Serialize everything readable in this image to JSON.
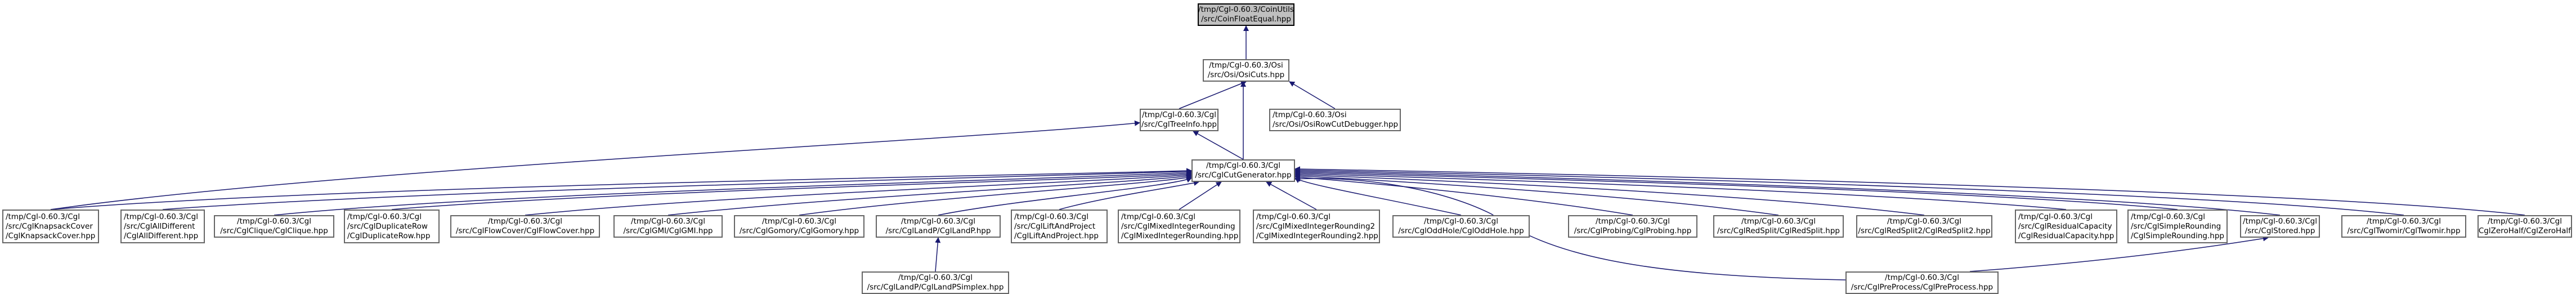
{
  "colors": {
    "edge": "#191970",
    "root_fill": "#bfbfbf",
    "node_fill": "#ffffff",
    "node_border": "#666666"
  },
  "nodes": {
    "coinfloatequal": [
      "/tmp/Cgl-0.60.3/CoinUtils",
      "/src/CoinFloatEqual.hpp"
    ],
    "osicuts": [
      "/tmp/Cgl-0.60.3/Osi",
      "/src/Osi/OsiCuts.hpp"
    ],
    "cgltreeinfo": [
      "/tmp/Cgl-0.60.3/Cgl",
      "/src/CglTreeInfo.hpp"
    ],
    "osirowcutdebugger": [
      "/tmp/Cgl-0.60.3/Osi",
      "/src/Osi/OsiRowCutDebugger.hpp"
    ],
    "cglcutgenerator": [
      "/tmp/Cgl-0.60.3/Cgl",
      "/src/CglCutGenerator.hpp"
    ],
    "cglknapsackcover": [
      "/tmp/Cgl-0.60.3/Cgl",
      "/src/CglKnapsackCover",
      "/CglKnapsackCover.hpp"
    ],
    "cglalldifferent": [
      "/tmp/Cgl-0.60.3/Cgl",
      "/src/CglAllDifferent",
      "/CglAllDifferent.hpp"
    ],
    "cglclique": [
      "/tmp/Cgl-0.60.3/Cgl",
      "/src/CglClique/CglClique.hpp"
    ],
    "cglduplicaterow": [
      "/tmp/Cgl-0.60.3/Cgl",
      "/src/CglDuplicateRow",
      "/CglDuplicateRow.hpp"
    ],
    "cglflowcover": [
      "/tmp/Cgl-0.60.3/Cgl",
      "/src/CglFlowCover/CglFlowCover.hpp"
    ],
    "cglgmi": [
      "/tmp/Cgl-0.60.3/Cgl",
      "/src/CglGMI/CglGMI.hpp"
    ],
    "cglgomory": [
      "/tmp/Cgl-0.60.3/Cgl",
      "/src/CglGomory/CglGomory.hpp"
    ],
    "cglandp": [
      "/tmp/Cgl-0.60.3/Cgl",
      "/src/CglLandP/CglLandP.hpp"
    ],
    "cglliftandproject": [
      "/tmp/Cgl-0.60.3/Cgl",
      "/src/CglLiftAndProject",
      "/CglLiftAndProject.hpp"
    ],
    "cglmixedintegerrounding": [
      "/tmp/Cgl-0.60.3/Cgl",
      "/src/CglMixedIntegerRounding",
      "/CglMixedIntegerRounding.hpp"
    ],
    "cglmixedintegerrounding2": [
      "/tmp/Cgl-0.60.3/Cgl",
      "/src/CglMixedIntegerRounding2",
      "/CglMixedIntegerRounding2.hpp"
    ],
    "cgloddhole": [
      "/tmp/Cgl-0.60.3/Cgl",
      "/src/CglOddHole/CglOddHole.hpp"
    ],
    "cglprobing": [
      "/tmp/Cgl-0.60.3/Cgl",
      "/src/CglProbing/CglProbing.hpp"
    ],
    "cglredsplit": [
      "/tmp/Cgl-0.60.3/Cgl",
      "/src/CglRedSplit/CglRedSplit.hpp"
    ],
    "cglredsplit2": [
      "/tmp/Cgl-0.60.3/Cgl",
      "/src/CglRedSplit2/CglRedSplit2.hpp"
    ],
    "cglresidualcapacity": [
      "/tmp/Cgl-0.60.3/Cgl",
      "/src/CglResidualCapacity",
      "/CglResidualCapacity.hpp"
    ],
    "cglsimplerounding": [
      "/tmp/Cgl-0.60.3/Cgl",
      "/src/CglSimpleRounding",
      "/CglSimpleRounding.hpp"
    ],
    "cglstored": [
      "/tmp/Cgl-0.60.3/Cgl",
      "/src/CglStored.hpp"
    ],
    "cgltwomir": [
      "/tmp/Cgl-0.60.3/Cgl",
      "/src/CglTwomir/CglTwomir.hpp"
    ],
    "cglzerohalf": [
      "/tmp/Cgl-0.60.3/Cgl",
      "/src/CglZeroHalf/CglZeroHalf.hpp"
    ],
    "cglandpsimplex": [
      "/tmp/Cgl-0.60.3/Cgl",
      "/src/CglLandP/CglLandPSimplex.hpp"
    ],
    "cglpreprocess": [
      "/tmp/Cgl-0.60.3/Cgl",
      "/src/CglPreProcess/CglPreProcess.hpp"
    ]
  }
}
